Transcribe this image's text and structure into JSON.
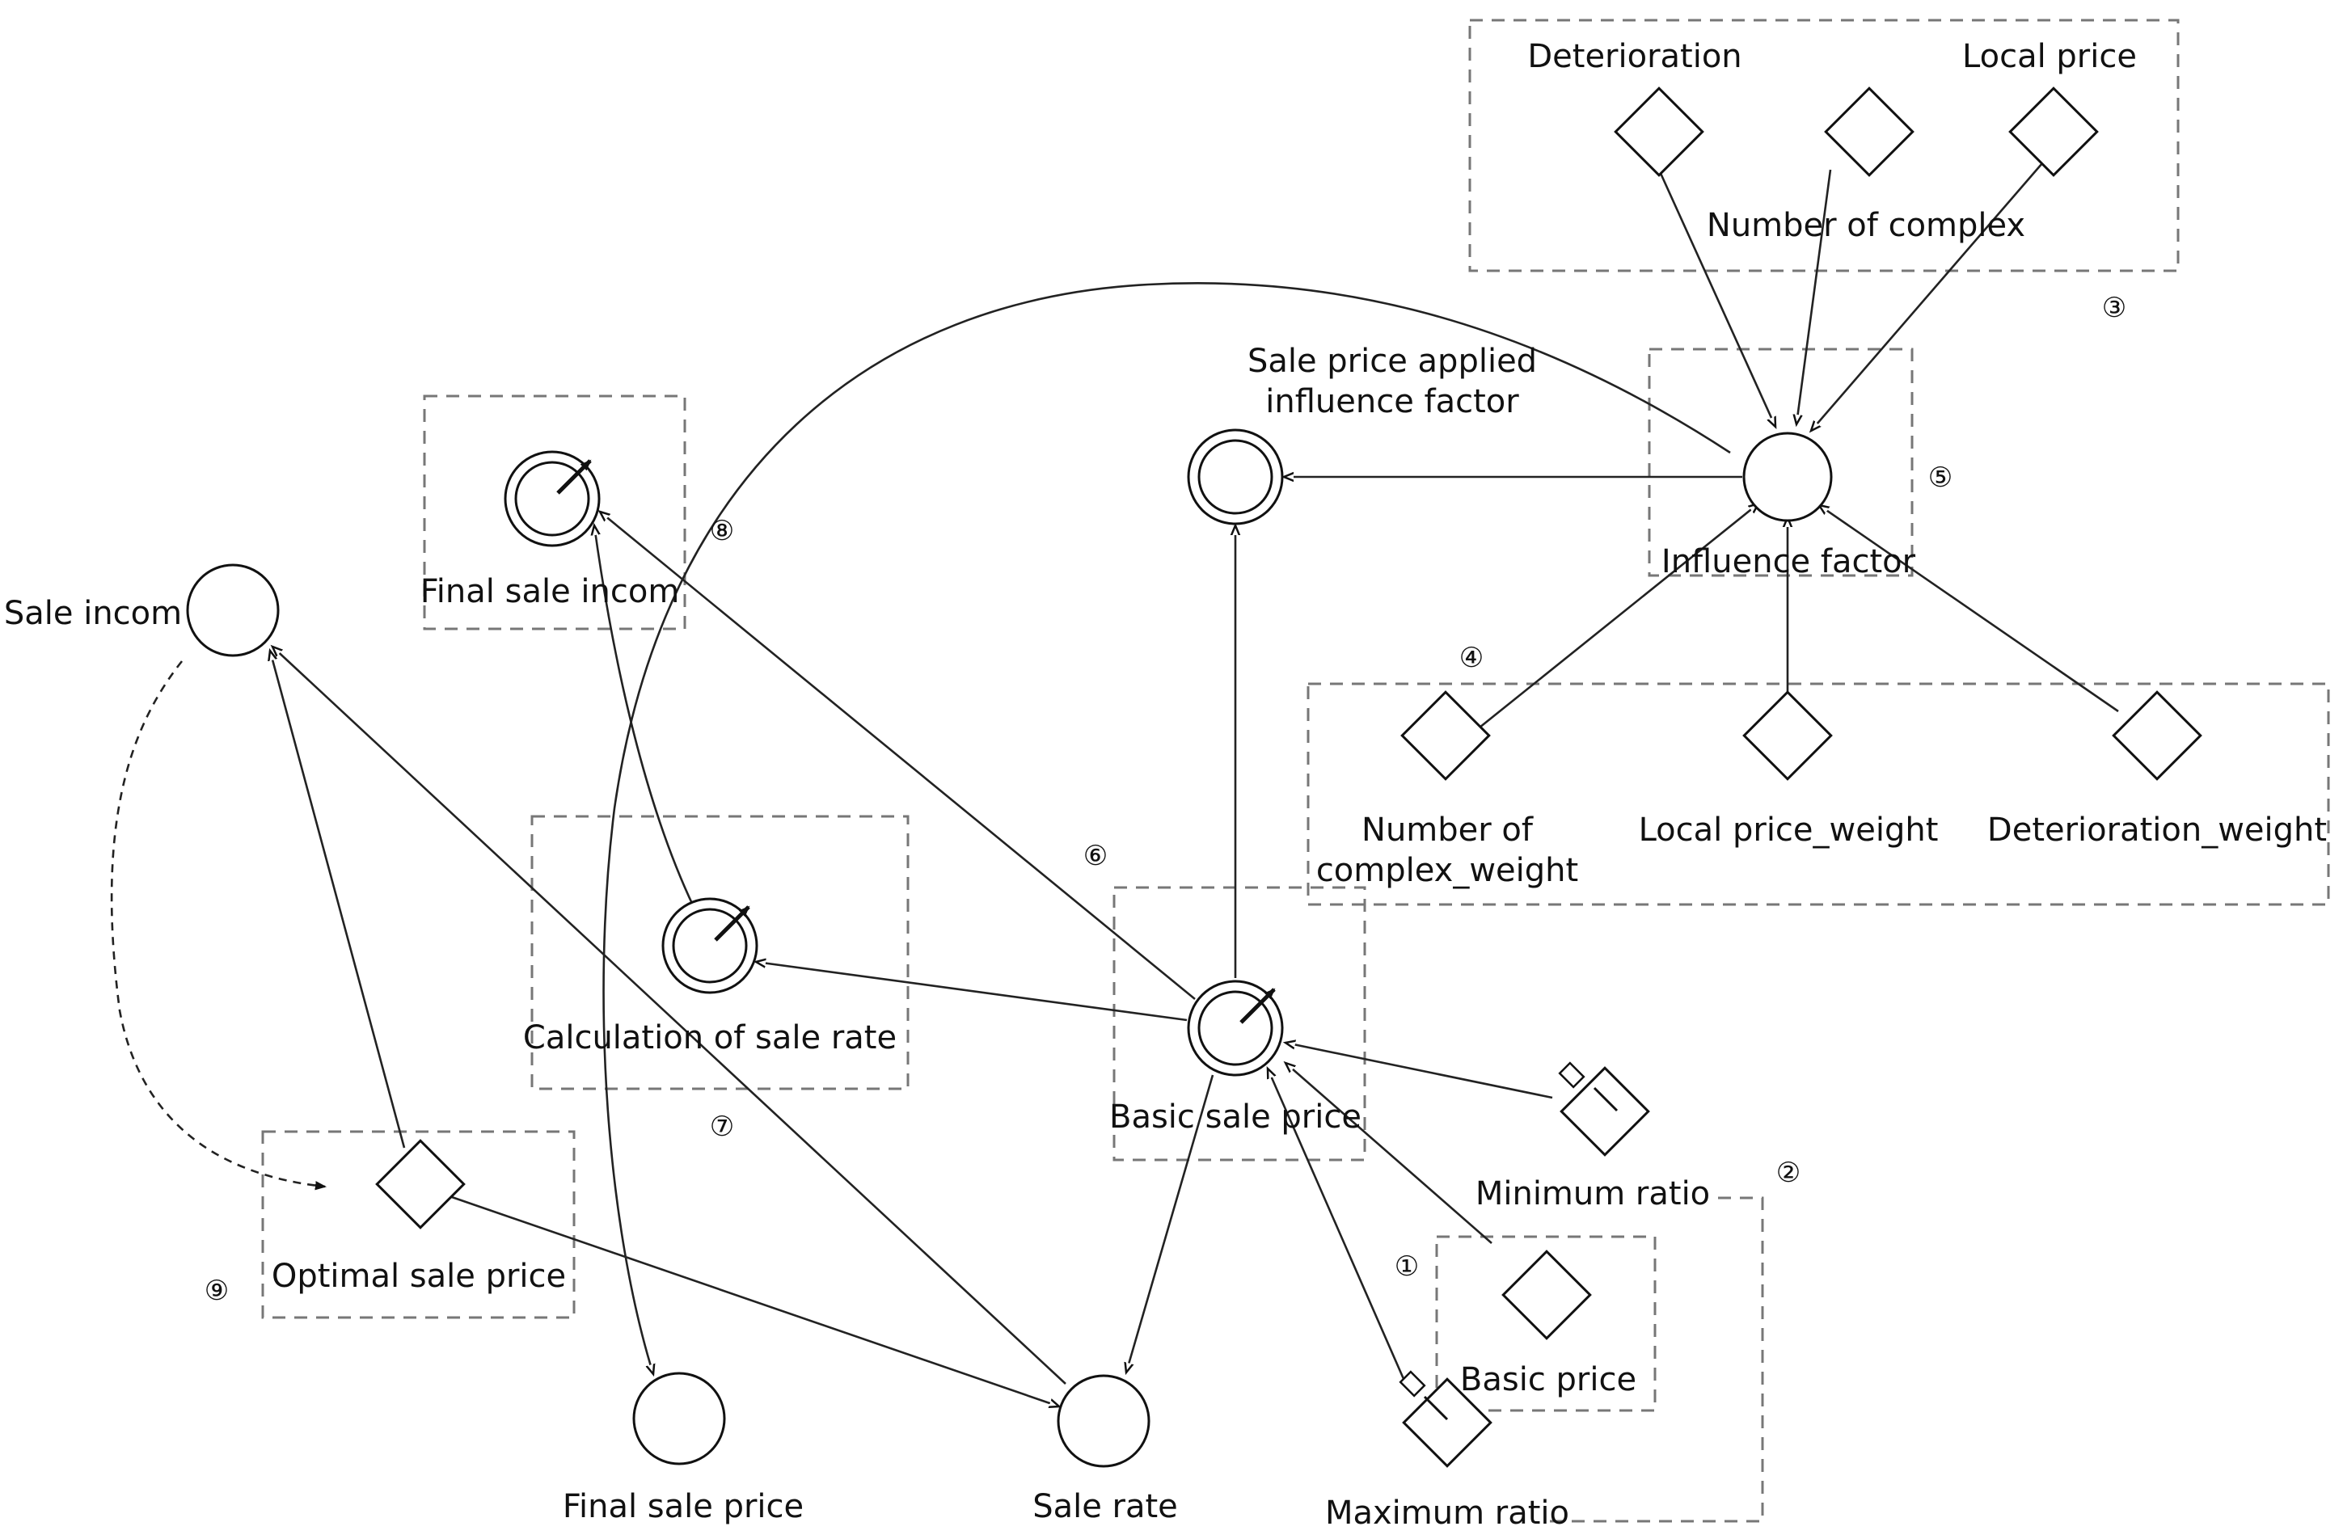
{
  "nodes": {
    "deterioration": "Deterioration",
    "local_price": "Local price",
    "number_of_complex": "Number of complex",
    "sale_price_applied_line1": "Sale price applied",
    "sale_price_applied_line2": "influence factor",
    "influence_factor": "Influence factor",
    "final_sale_incom": "Final sale incom",
    "sale_incom": "Sale incom",
    "number_of_complex_weight_line1": "Number of",
    "number_of_complex_weight_line2": "complex_weight",
    "local_price_weight": "Local price_weight",
    "deterioration_weight": "Deterioration_weight",
    "calculation_of_sale_rate": "Calculation of sale rate",
    "basic_sale_price": "Basic sale price",
    "minimum_ratio": "Minimum ratio",
    "optimal_sale_price": "Optimal sale price",
    "basic_price": "Basic price",
    "final_sale_price": "Final sale price",
    "sale_rate": "Sale rate",
    "maximum_ratio": "Maximum ratio"
  },
  "group_numbers": {
    "g1": "①",
    "g2": "②",
    "g3": "③",
    "g4": "④",
    "g5": "⑤",
    "g6": "⑥",
    "g7": "⑦",
    "g8": "⑧",
    "g9": "⑨"
  }
}
